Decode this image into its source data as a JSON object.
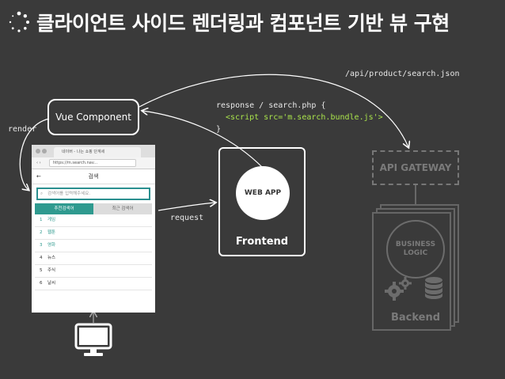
{
  "title": "클라이언트 사이드 렌더링과 컴포넌트 기반 뷰 구현",
  "labels": {
    "render": "render",
    "request": "request",
    "api_path": "/api/product/search.json",
    "response_line1": "response / search.php {",
    "response_line2": "<script src='m.search.bundle.js'>",
    "response_line3": "}"
  },
  "nodes": {
    "vue_component": "Vue Component",
    "web_app": "WEB APP",
    "frontend": "Frontend",
    "api_gateway": "API GATEWAY",
    "business_logic_1": "BUSINESS",
    "business_logic_2": "LOGIC",
    "backend": "Backend"
  },
  "browser": {
    "tab_title": "네이버 - 나는 쇼핑 단계세",
    "url": "https://m.search.nav...",
    "header_title": "검색",
    "search_placeholder": "검색어를 입력해주세요.",
    "tabs": [
      "추천검색어",
      "최근 검색어"
    ],
    "items": [
      {
        "num": "1",
        "text": "게임"
      },
      {
        "num": "2",
        "text": "웹툰"
      },
      {
        "num": "3",
        "text": "영화"
      },
      {
        "num": "4",
        "text": "뉴스"
      },
      {
        "num": "5",
        "text": "주식"
      },
      {
        "num": "6",
        "text": "날씨"
      }
    ]
  },
  "colors": {
    "background": "#3a3a3a",
    "accent_green": "#a9e34b",
    "teal": "#2f9a8f",
    "muted": "#7a7a7a"
  }
}
